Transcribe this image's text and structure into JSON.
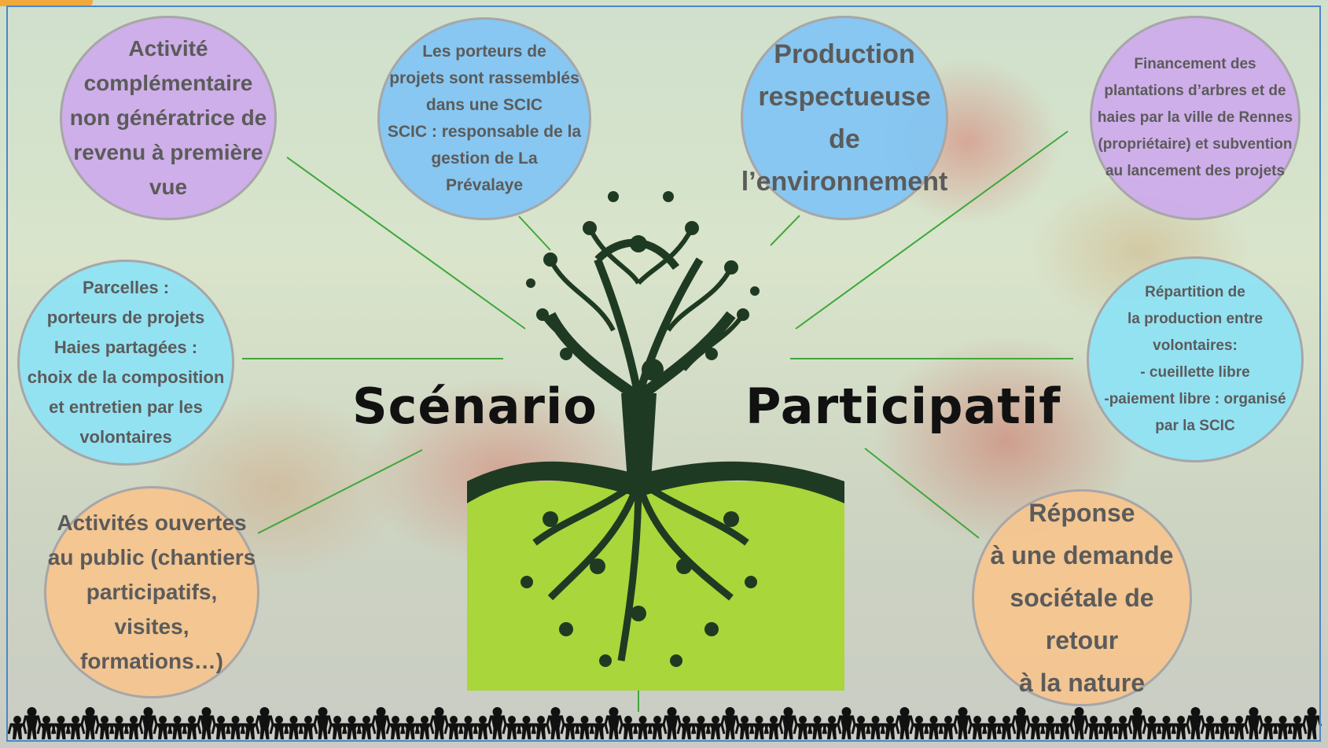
{
  "title": {
    "word1": "Scénario",
    "word2": "Participatif"
  },
  "bubbles": {
    "activite": "Activité\ncomplémentaire\nnon génératrice de\nrevenu à première\nvue",
    "porteurs": "Les porteurs de\nprojets sont rassemblés\ndans une SCIC\nSCIC : responsable de la\ngestion de La\nPrévalaye",
    "production": "Production\nrespectueuse de\nl’environnement",
    "financement": "Financement des\nplantations d’arbres et de\nhaies par la ville de Rennes\n(propriétaire) et subvention\nau lancement des projets",
    "parcelles": "Parcelles :\nporteurs de projets\n    Haies partagées :\nchoix de la composition\net entretien par les\nvolontaires",
    "repartition": "Répartition de\nla production entre\nvolontaires:\n- cueillette libre\n-paiement libre : organisé\npar la SCIC",
    "activites_ouvertes": "Activités ouvertes\nau public (chantiers\nparticipatifs, visites,\nformations…)",
    "reponse": "Réponse\nà une demande\nsociétale de retour\nà la nature"
  },
  "colors": {
    "purple": "#cdaaec",
    "blue": "#80c4f4",
    "cyan": "#8ce2f6",
    "orange": "#f6c48e",
    "connector": "#3fa83a",
    "tree": "#1f3a22",
    "ground": "#a9d63a"
  },
  "icons": [
    "tree-of-people-icon",
    "people-border-icon"
  ]
}
